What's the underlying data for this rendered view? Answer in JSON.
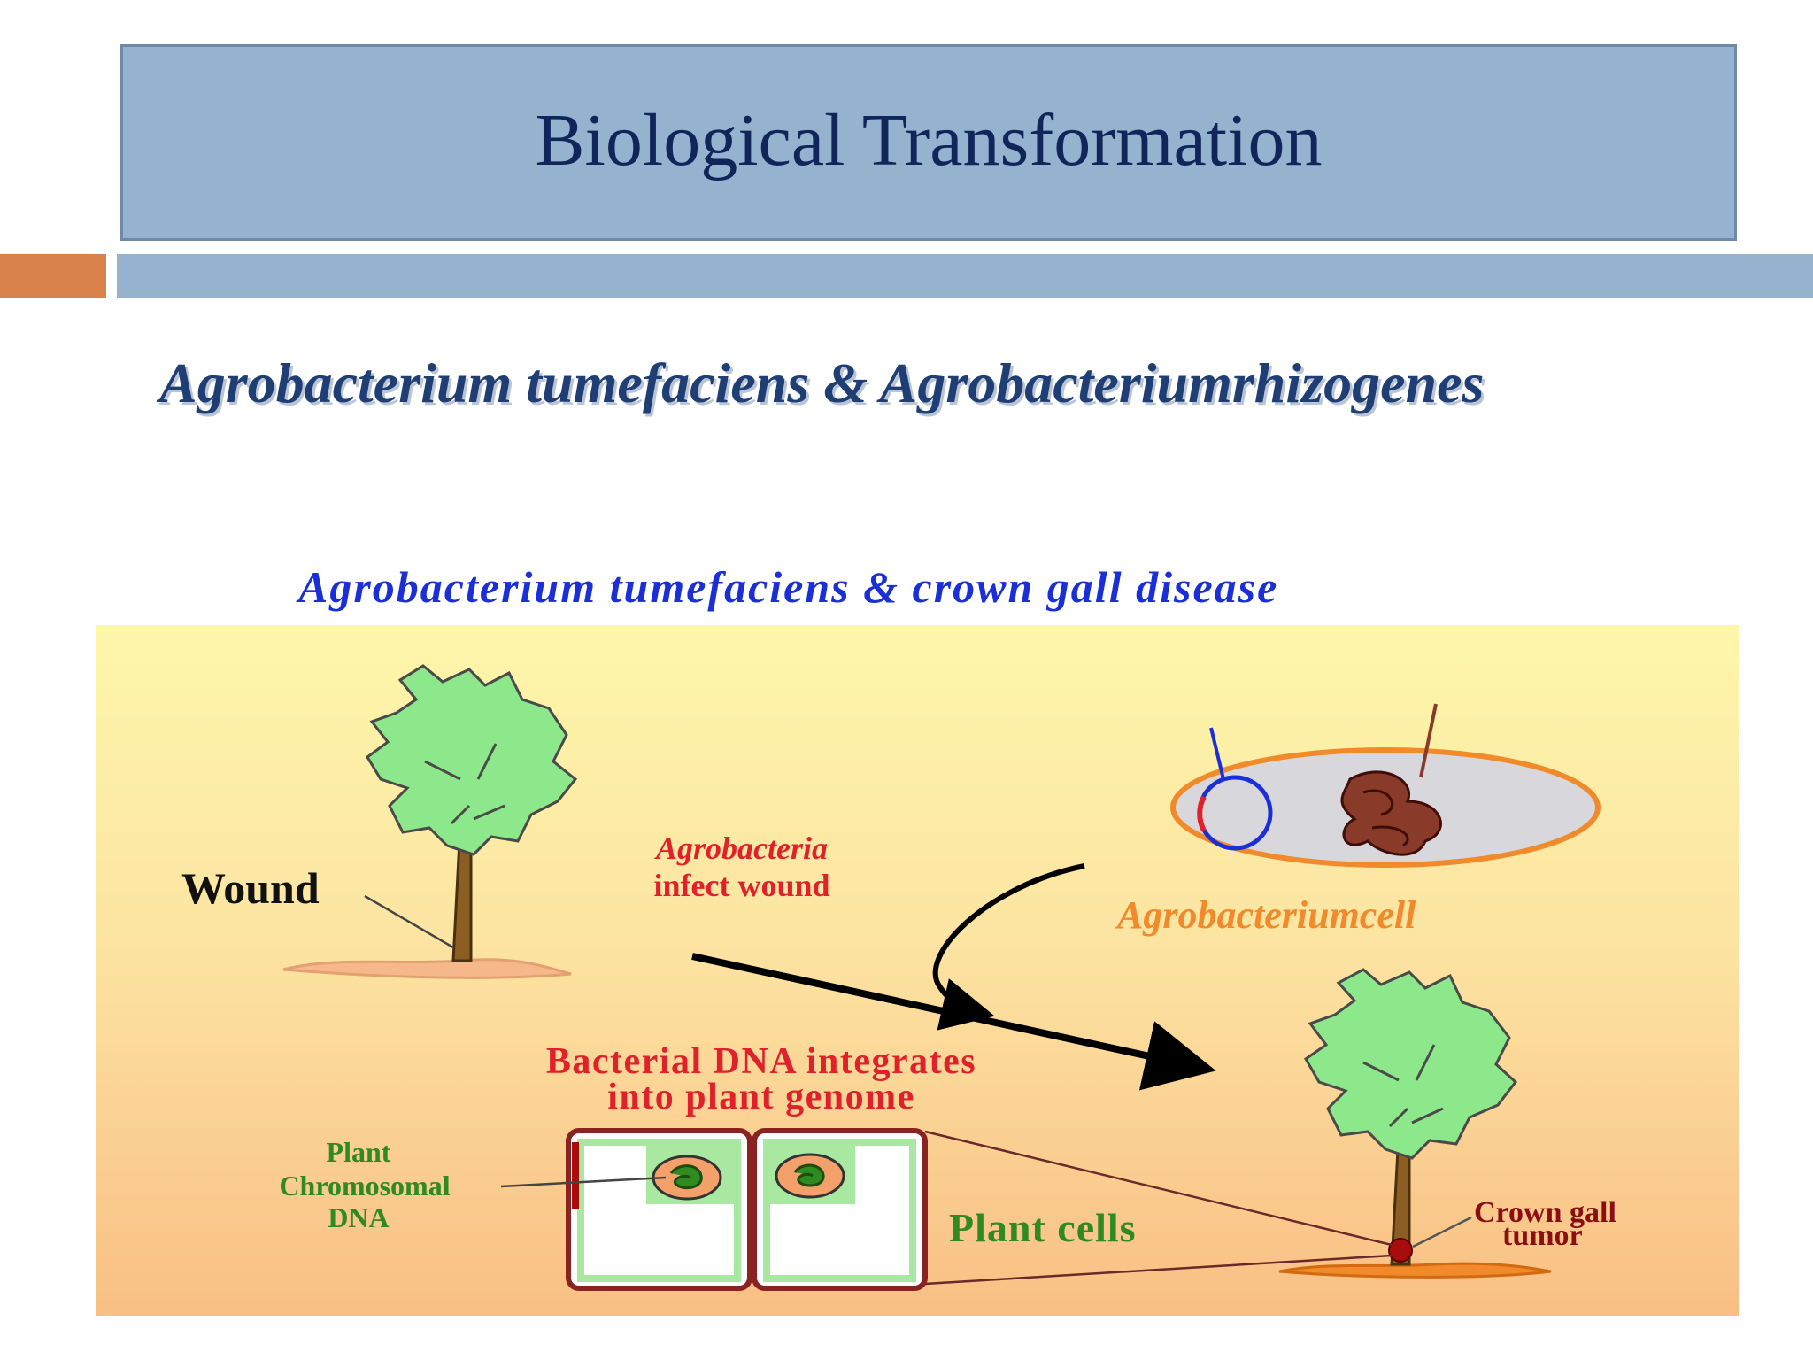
{
  "slide": {
    "title": "Biological Transformation",
    "subtitle": "Agrobacterium tumefaciens & Agrobacteriumrhizogenes"
  },
  "diagram": {
    "heading": "Agrobacterium tumefaciens & crown gall disease",
    "wound_label": "Wound",
    "infect_label_line1": "Agrobacteria",
    "infect_label_line2": "infect wound",
    "cell_label": "Agrobacteriumcell",
    "integrate_label_line1": "Bacterial DNA integrates",
    "integrate_label_line2": "into plant genome",
    "chromosomal_label_line1": "Plant",
    "chromosomal_label_line2": "Chromosomal",
    "chromosomal_label_line3": "DNA",
    "plant_cells_label": "Plant cells",
    "tumor_label_line1": "Crown gall",
    "tumor_label_line2": "tumor"
  },
  "colors": {
    "title_bar": "#95b3cf",
    "title_text": "#10265a",
    "accent_orange": "#d9824c",
    "heading_blue": "#1a2fd8",
    "label_red": "#e0202a",
    "label_orange": "#f08a2a",
    "label_green": "#2f8a1f",
    "foliage": "#8ce88a"
  }
}
